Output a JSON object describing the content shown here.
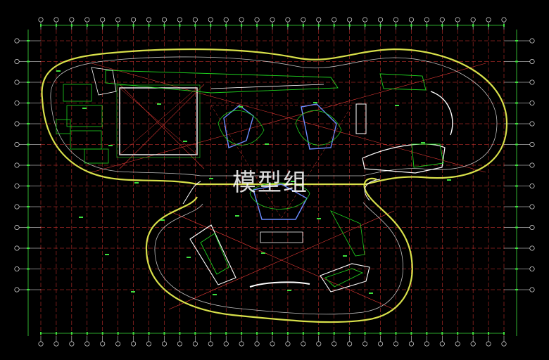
{
  "drawing": {
    "watermark": "模型组",
    "colors": {
      "background": "#000000",
      "grid": "#e53935",
      "axis": "#ffffff",
      "outline_outer": "#d8e04a",
      "outline_inner": "#c0c0c0",
      "walls": "#ffffff",
      "rooms": "#1fd11f",
      "furniture": "#6b8cff",
      "dims": "#3de03d",
      "diagonal": "#e53935"
    },
    "column_count": 30,
    "row_count": 12
  }
}
